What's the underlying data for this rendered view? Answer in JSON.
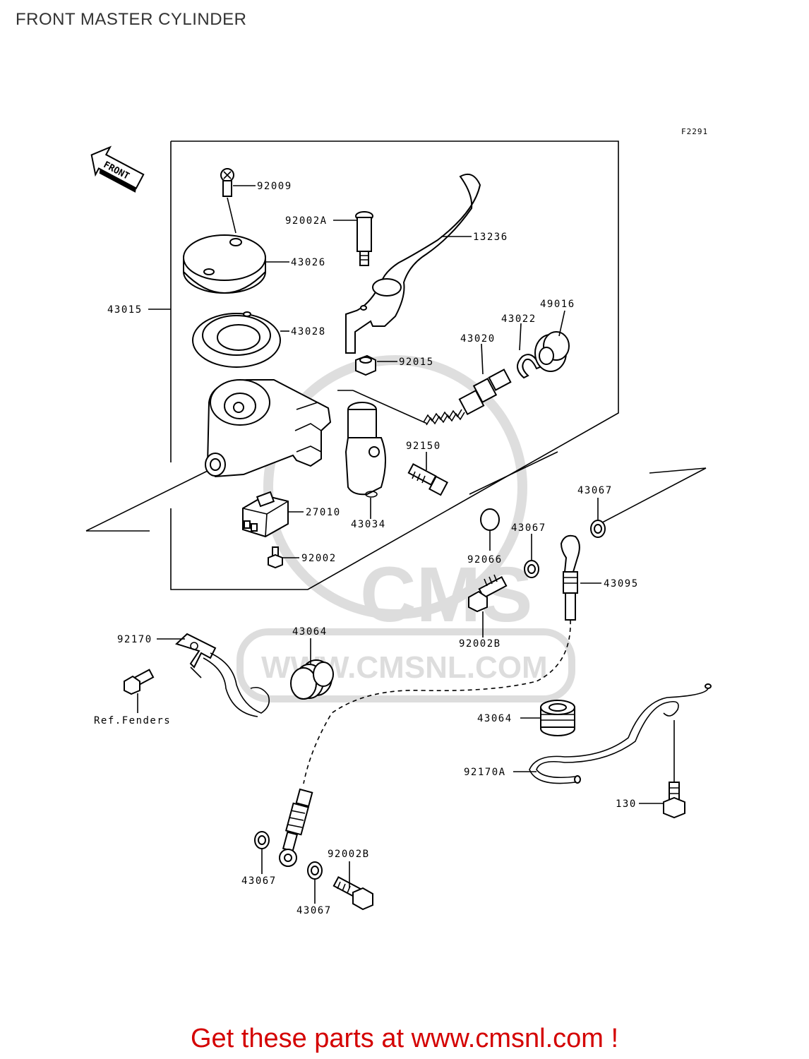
{
  "title": "FRONT MASTER CYLINDER",
  "diagram_code": "F2291",
  "front_arrow_label": "FRONT",
  "parts": {
    "p92009": "92009",
    "p92002A": "92002A",
    "p13236": "13236",
    "p43026": "43026",
    "p43015": "43015",
    "p43028": "43028",
    "p49016": "49016",
    "p43022": "43022",
    "p43020": "43020",
    "p92015": "92015",
    "p92150": "92150",
    "p43067a": "43067",
    "p27010": "27010",
    "p43034": "43034",
    "p43067b": "43067",
    "p92002": "92002",
    "p92066": "92066",
    "p43095": "43095",
    "p92002Ba": "92002B",
    "p92170": "92170",
    "p43064a": "43064",
    "ref_fenders": "Ref.Fenders",
    "p43064b": "43064",
    "p92170A": "92170A",
    "p130": "130",
    "p43067c": "43067",
    "p92002Bb": "92002B",
    "p43067d": "43067"
  },
  "watermark": {
    "brand": "CMS",
    "url": "WWW.CMSNL.COM"
  },
  "footer": "Get these parts at www.cmsnl.com !"
}
